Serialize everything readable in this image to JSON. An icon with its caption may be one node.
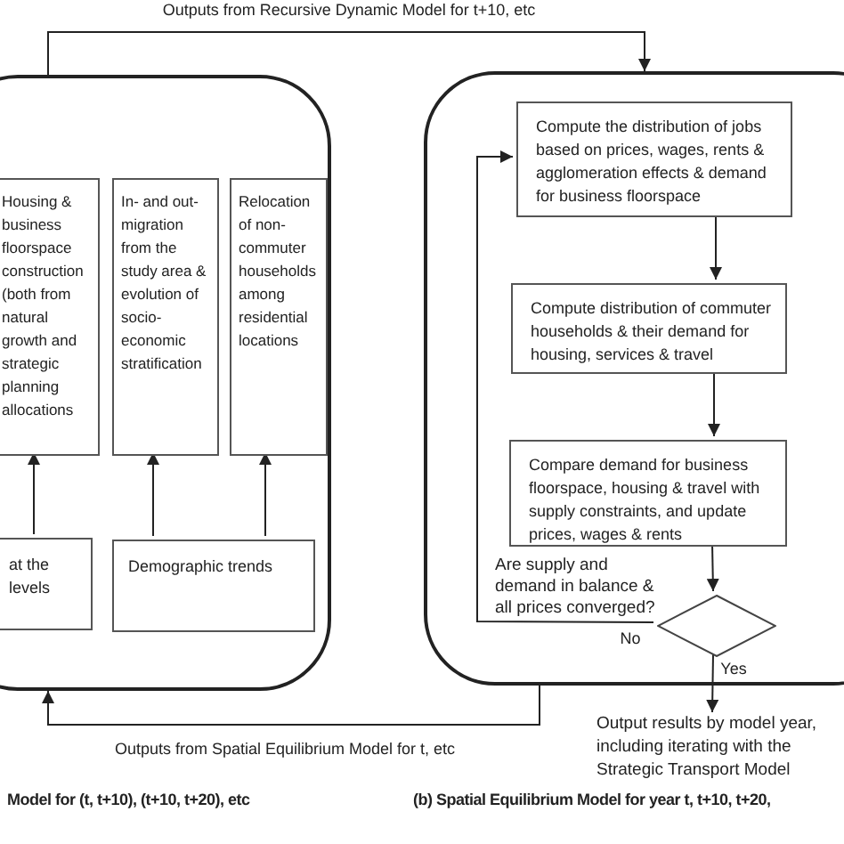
{
  "diagram": {
    "nodes": [
      {
        "text": [],
        "shape": "box"
      },
      {
        "text": [],
        "shape": "box"
      },
      {
        "text": [
          "Housing & business floorspace construction (both from natural growth and strategic planning allocations"
        ],
        "in": 0
      },
      {
        "text": [
          "In- and out- migration from the study area & evolution of socio-economic stratification"
        ],
        "in": 0
      },
      {
        "text": [
          "Relocation of non-commuter households among residential locations"
        ],
        "in": 0
      },
      {
        "text": [
          "at the levels"
        ],
        "in": 0
      },
      {
        "text": [
          "Demographic trends"
        ],
        "in": 0
      },
      {
        "text": [
          "Compute the distribution of jobs based on prices, wages, rents & agglomeration effects & demand for business floorspace"
        ],
        "in": 1
      },
      {
        "text": [
          "Compute distribution of commuter households & their demand for housing, services & travel"
        ],
        "in": 1
      },
      {
        "text": [
          "Compare demand for business floorspace, housing & travel with supply constraints, and update prices, wages & rents"
        ],
        "in": 1
      },
      {
        "text": [
          "Are supply and demand in balance & all prices converged?"
        ],
        "in": 1
      },
      {
        "text": [
          "Output results by model year, including iterating with the Strategic Transport Model"
        ]
      }
    ],
    "edges": [
      {
        "from": 0,
        "to": 1,
        "arrow": "to",
        "label": "Outputs from Recursive Dynamic Model for t+10, etc"
      },
      {
        "from": 1,
        "to": 0,
        "arrow": "to",
        "label": "Outputs from Spatial Equilibrium Model for t, etc"
      },
      {
        "from": 5,
        "to": 2,
        "arrow": "to"
      },
      {
        "from": 6,
        "to": 3,
        "arrow": "to"
      },
      {
        "from": 6,
        "to": 4,
        "arrow": "to"
      },
      {
        "from": 7,
        "to": 8,
        "arrow": "to"
      },
      {
        "from": 8,
        "to": 9,
        "arrow": "to"
      },
      {
        "from": 9,
        "to": 10,
        "arrow": "to"
      },
      {
        "from": 10,
        "to": 7,
        "arrow": "to",
        "label": "No"
      },
      {
        "from": 10,
        "to": 11,
        "arrow": "to",
        "label": "Yes"
      }
    ],
    "labels": [
      "Model for (t, t+10), (t+10, t+20), etc",
      "(b) Spatial Equilibrium Model for year t, t+10, t+20,"
    ]
  }
}
